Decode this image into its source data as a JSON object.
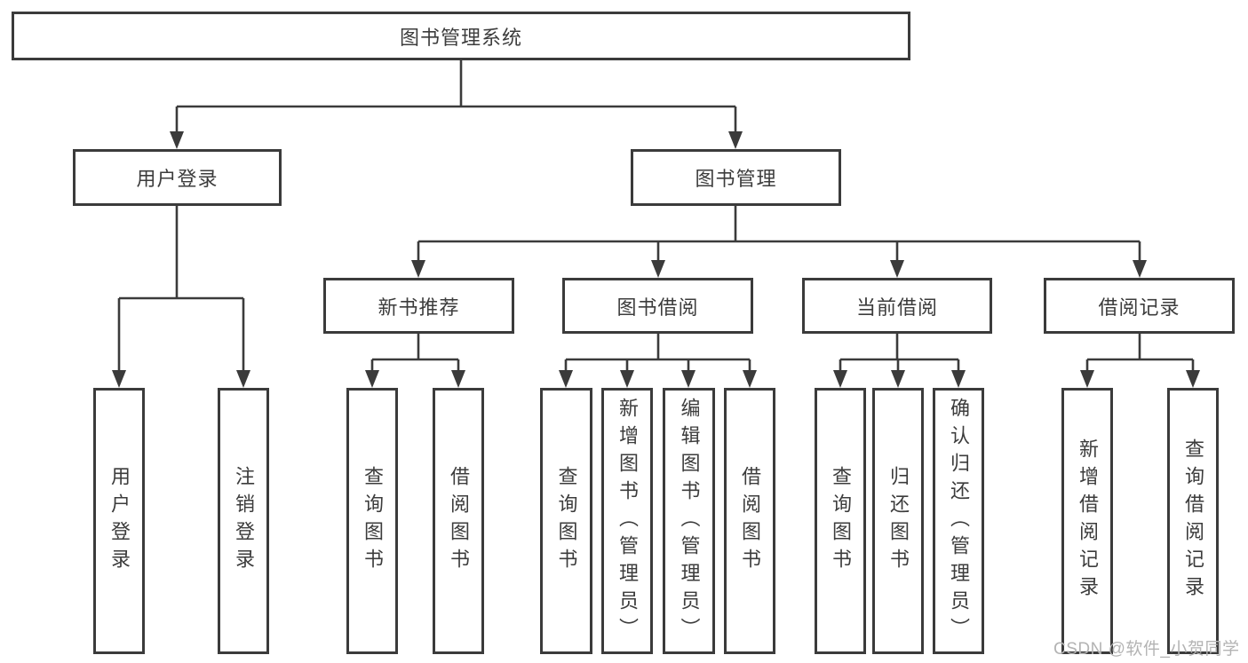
{
  "diagram_title": "图书管理系统",
  "tree": {
    "root": {
      "label": "图书管理系统"
    },
    "children": [
      {
        "label": "用户登录",
        "children": [
          {
            "label": "用户登录"
          },
          {
            "label": "注销登录"
          }
        ]
      },
      {
        "label": "图书管理",
        "children": [
          {
            "label": "新书推荐",
            "children": [
              {
                "label": "查询图书"
              },
              {
                "label": "借阅图书"
              }
            ]
          },
          {
            "label": "图书借阅",
            "children": [
              {
                "label": "查询图书"
              },
              {
                "label": "新增图书（管理员）"
              },
              {
                "label": "编辑图书（管理员）"
              },
              {
                "label": "借阅图书"
              }
            ]
          },
          {
            "label": "当前借阅",
            "children": [
              {
                "label": "查询图书"
              },
              {
                "label": "归还图书"
              },
              {
                "label": "确认归还（管理员）"
              }
            ]
          },
          {
            "label": "借阅记录",
            "children": [
              {
                "label": "新增借阅记录"
              },
              {
                "label": "查询借阅记录"
              }
            ]
          }
        ]
      }
    ]
  },
  "watermark": "CSDN @软件_小贺同学",
  "colors": {
    "line": "#3b3b3b",
    "text": "#3c3c3c",
    "box_bg": "#ffffff",
    "page_bg": "#ffffff",
    "watermark": "#b3b3b3"
  }
}
